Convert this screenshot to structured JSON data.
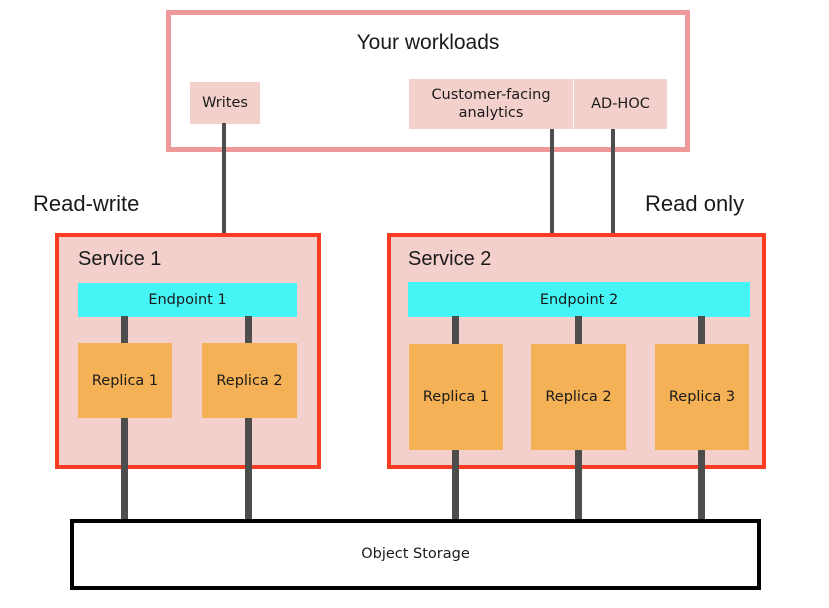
{
  "diagram": {
    "title": "Your workloads",
    "workloads_box": {
      "label": "Your workloads"
    },
    "workload_chips": [
      {
        "id": "writes",
        "label": "Writes"
      },
      {
        "id": "customer-facing-analytics",
        "label": "Customer-facing analytics"
      },
      {
        "id": "ad-hoc",
        "label": "AD-HOC"
      }
    ],
    "captions": [
      {
        "id": "read-write",
        "label": "Read-write"
      },
      {
        "id": "read-only",
        "label": "Read only"
      }
    ],
    "services": [
      {
        "id": "service-1",
        "title": "Service 1",
        "access": "Read-write",
        "endpoint": "Endpoint 1",
        "replicas": [
          "Replica 1",
          "Replica 2"
        ]
      },
      {
        "id": "service-2",
        "title": "Service 2",
        "access": "Read only",
        "endpoint": "Endpoint 2",
        "replicas": [
          "Replica 1",
          "Replica 2",
          "Replica 3"
        ]
      }
    ],
    "storage": {
      "label": "Object Storage"
    },
    "colors": {
      "workloads_border": "#ef9a9a",
      "chip_fill": "#f4d0cd",
      "service_border": "#fc3c22",
      "service_fill": "#f4d0cd",
      "endpoint_fill": "#45f5f5",
      "replica_fill": "#f5b156",
      "connector": "#4d4d4d",
      "storage_border": "#000000",
      "background": "#ffffff",
      "text": "#1a1a1a"
    }
  }
}
